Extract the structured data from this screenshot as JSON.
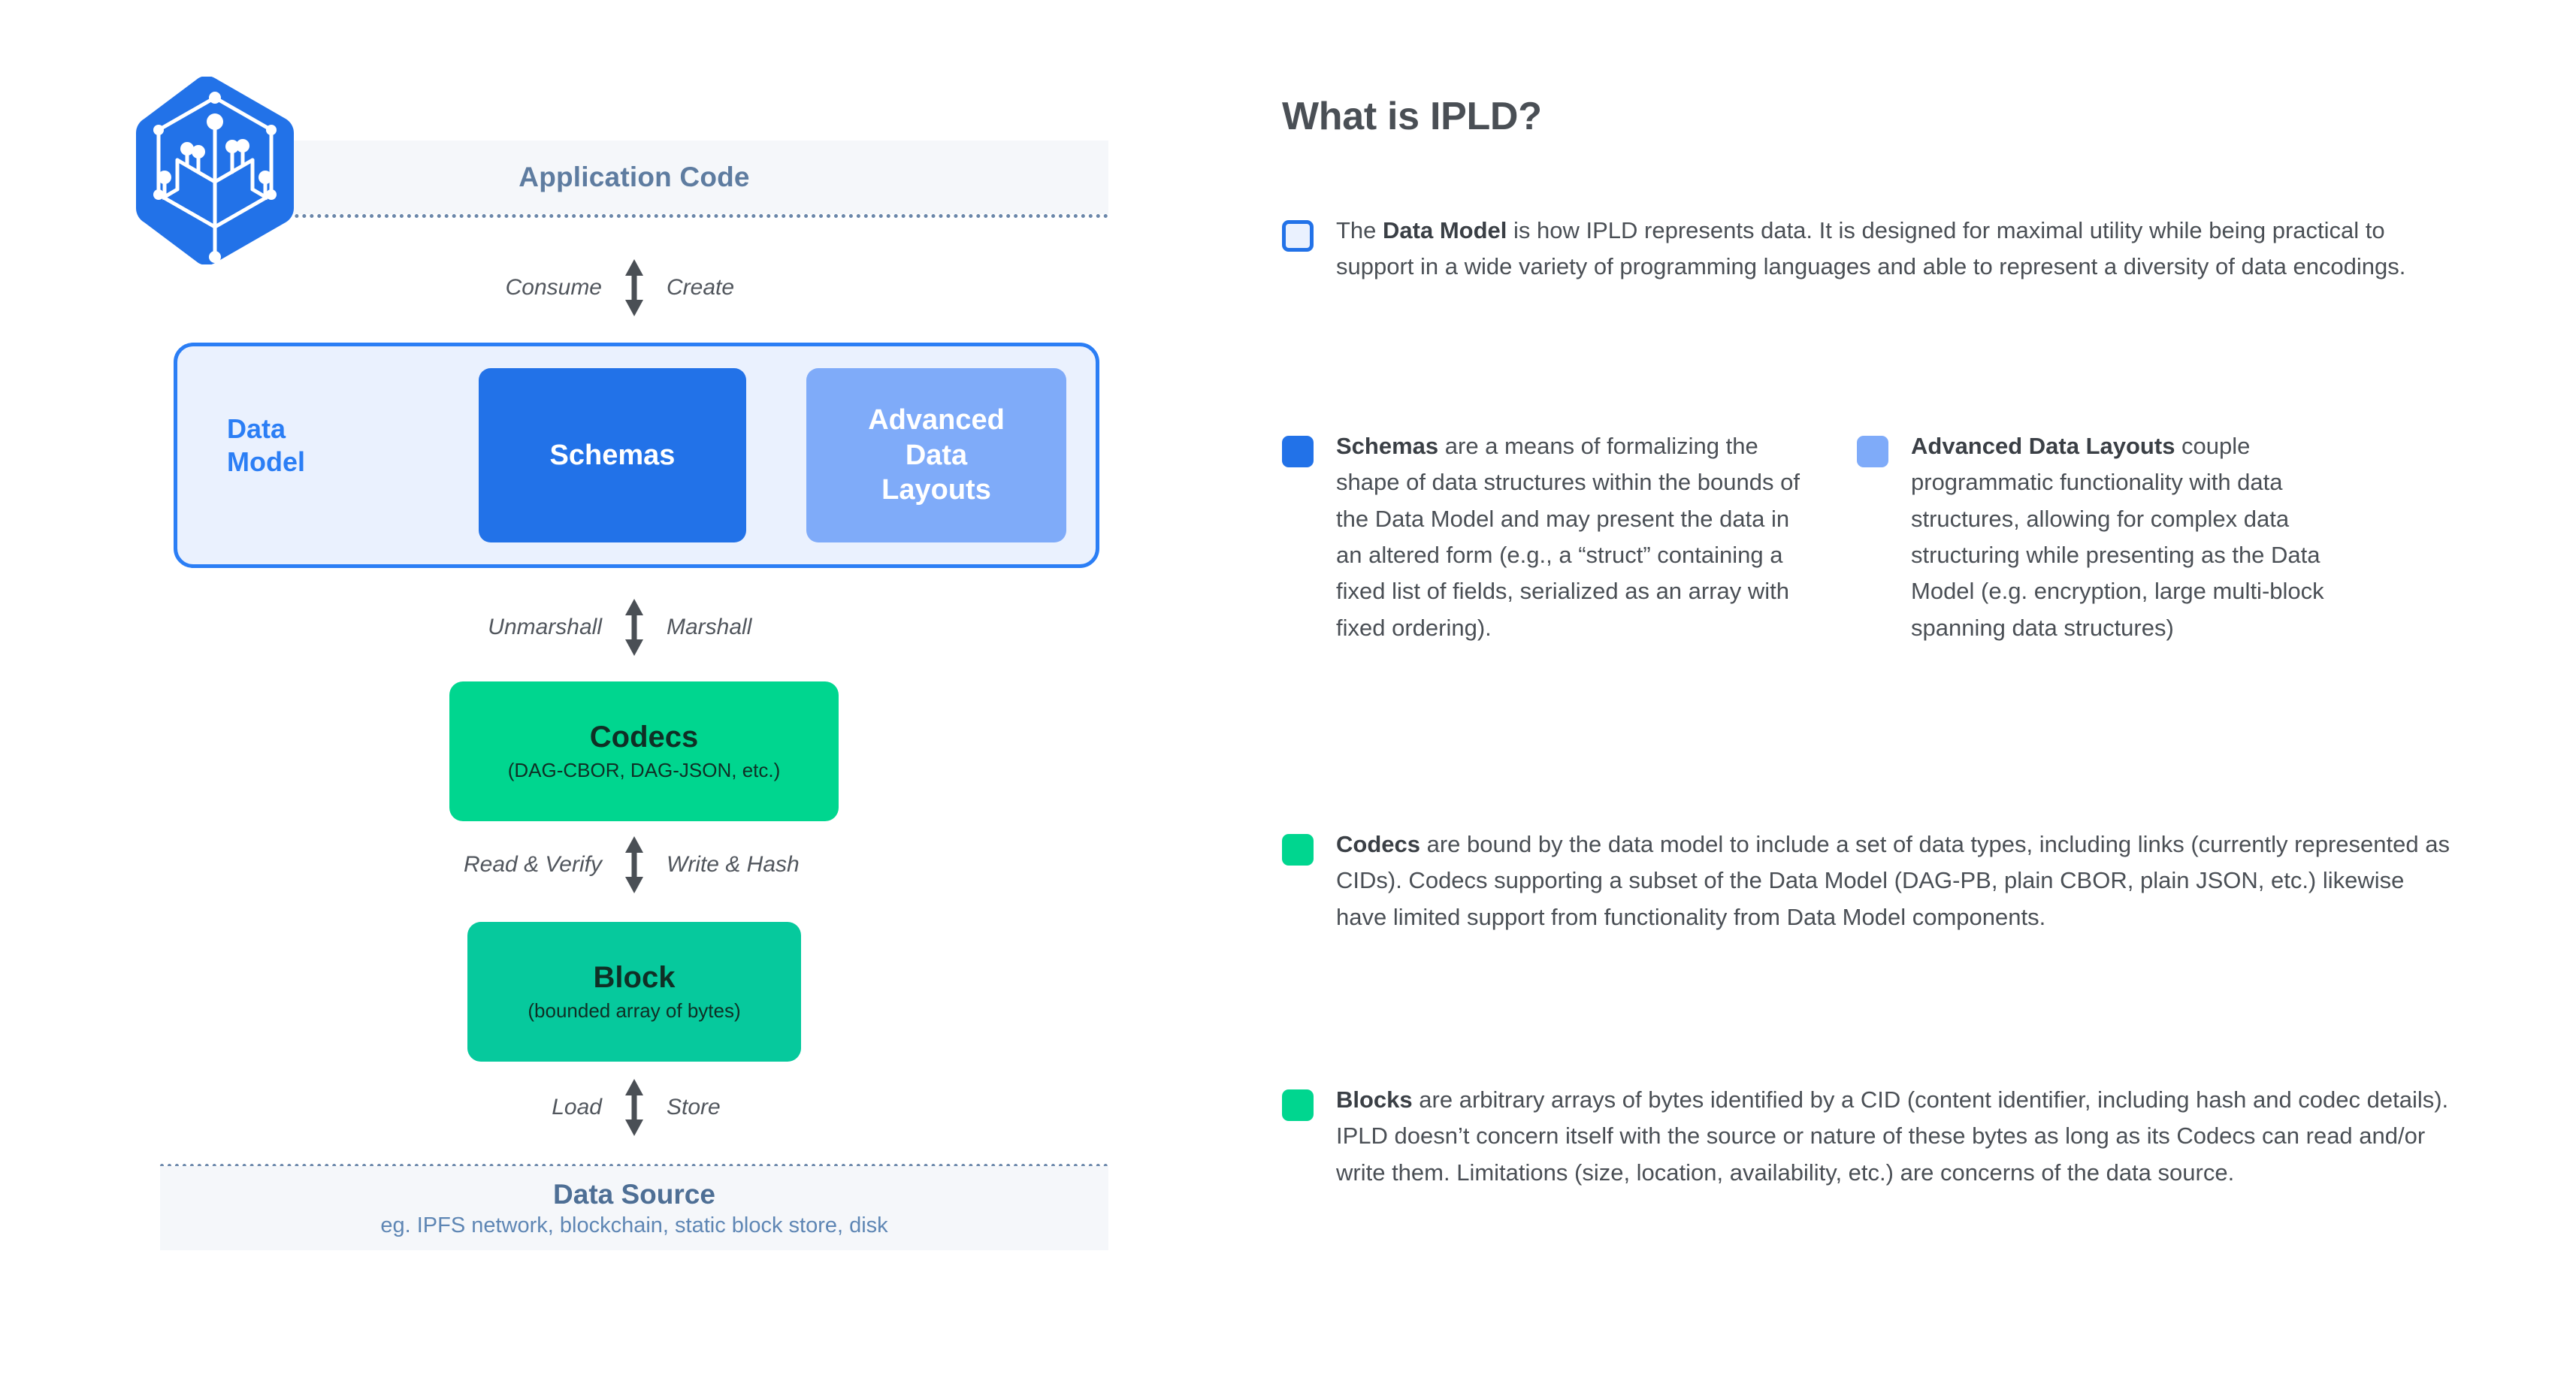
{
  "diagram": {
    "logo_name": "ipld-hexagon-logo",
    "application_code": {
      "label": "Application Code"
    },
    "arrows": [
      {
        "left": "Consume",
        "right": "Create"
      },
      {
        "left": "Unmarshall",
        "right": "Marshall"
      },
      {
        "left": "Read & Verify",
        "right": "Write & Hash"
      },
      {
        "left": "Load",
        "right": "Store"
      }
    ],
    "data_model": {
      "label": "Data\nModel",
      "schemas": "Schemas",
      "advanced_data_layouts": "Advanced\nData\nLayouts"
    },
    "codecs": {
      "title": "Codecs",
      "subtitle": "(DAG-CBOR, DAG-JSON, etc.)"
    },
    "block": {
      "title": "Block",
      "subtitle": "(bounded array of bytes)"
    },
    "data_source": {
      "title": "Data Source",
      "subtitle": "eg. IPFS network, blockchain, static block store, disk"
    }
  },
  "panel": {
    "title": "What is IPLD?",
    "entries": {
      "data_model": {
        "term": "Data Model",
        "prefix": "The ",
        "body": " is how IPLD represents data. It is designed for maximal utility while being practical to support in a wide variety of programming  languages and able to represent a diversity of data encodings."
      },
      "schemas": {
        "term": "Schemas",
        "prefix": "",
        "body": " are a means of formalizing the shape of data structures within the bounds of the Data Model and may present the data in an altered form (e.g., a “struct” containing a fixed list of fields, serialized as an array with fixed ordering)."
      },
      "advanced_data_layouts": {
        "term": "Advanced Data Layouts",
        "prefix": "",
        "body": " couple programmatic functionality with data structures, allowing for complex data structuring while presenting as the Data Model (e.g. encryption, large multi-block spanning data structures)"
      },
      "codecs": {
        "term": "Codecs",
        "prefix": "",
        "body": " are bound by the data model to include a set of data types, including  links (currently represented as CIDs). Codecs supporting a subset of the Data Model (DAG-PB, plain CBOR, plain JSON, etc.) likewise have limited support from functionality from Data Model components."
      },
      "blocks": {
        "term": "Blocks",
        "prefix": "",
        "body": " are arbitrary arrays of bytes identified by a CID (content identifier, including hash and codec details). IPLD doesn’t concern itself with the source or nature of these bytes as long as its Codecs can read and/or write them. Limitations (size, location, availability, etc.) are concerns of the data source."
      }
    }
  },
  "colors": {
    "brand_blue": "#2272e8",
    "light_blue": "#7fabf9",
    "pale_blue": "#eaf1fe",
    "green_codecs": "#00d68f",
    "green_block": "#06c99d",
    "band_gray": "#f5f7fa",
    "slate_text": "#5e7ca0",
    "body_text": "#4a4f55"
  }
}
